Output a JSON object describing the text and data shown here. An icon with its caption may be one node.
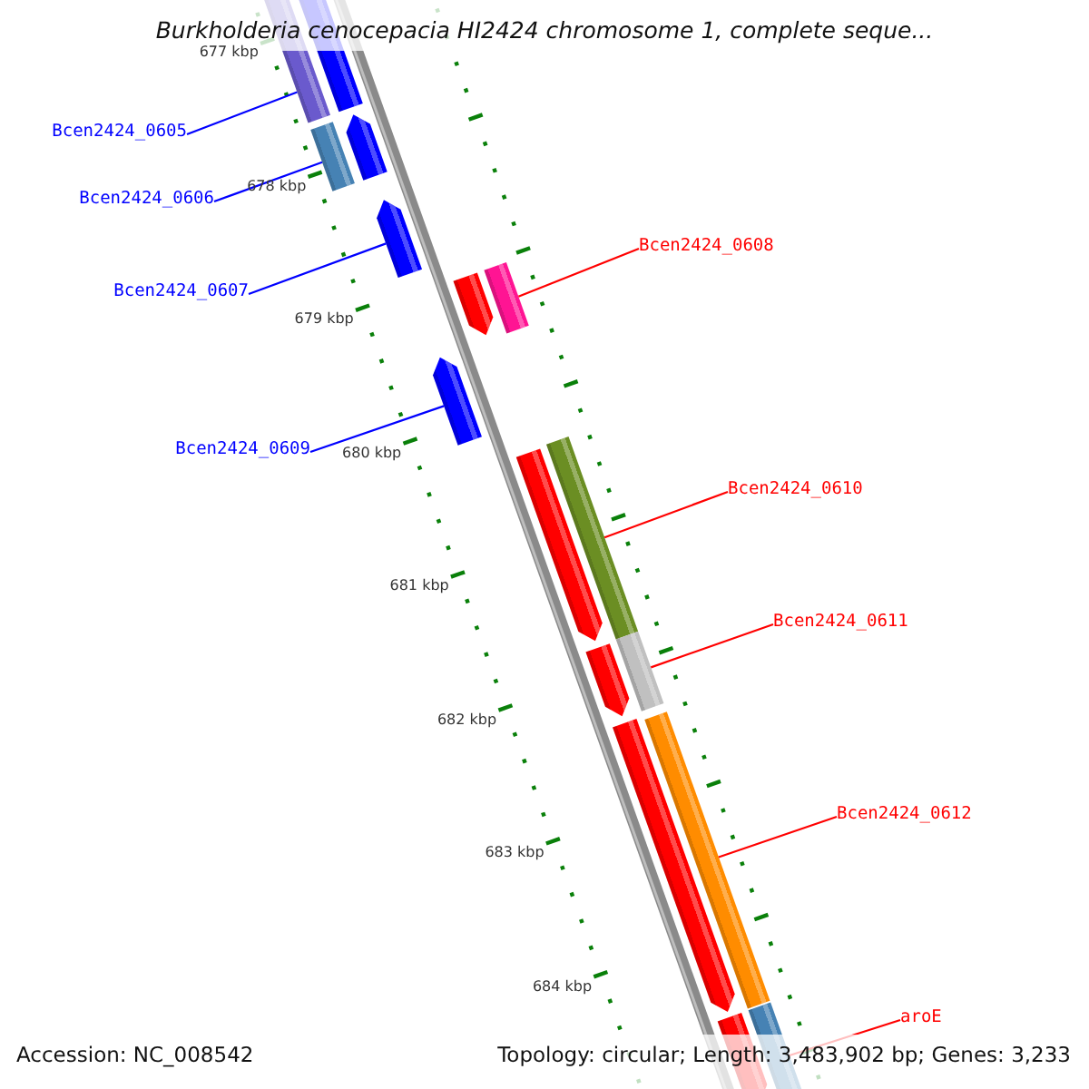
{
  "diagram": {
    "title": "Burkholderia cenocepacia HI2424 chromosome 1, complete seque...",
    "nodes": [
      {
        "text": [
          "Bcen2424_0605"
        ]
      },
      {
        "text": [
          "Bcen2424_0606"
        ]
      },
      {
        "text": [
          "Bcen2424_0607"
        ]
      },
      {
        "text": [
          "Bcen2424_0608"
        ]
      },
      {
        "text": [
          "Bcen2424_0609"
        ]
      },
      {
        "text": [
          "Bcen2424_0610"
        ]
      },
      {
        "text": [
          "Bcen2424_0611"
        ]
      },
      {
        "text": [
          "Bcen2424_0612"
        ]
      },
      {
        "text": [
          "aroE"
        ]
      },
      {
        "text": [],
        "shape": "bar"
      },
      {
        "text": [],
        "shape": "bar"
      },
      {
        "text": [],
        "shape": "bar"
      },
      {
        "text": [],
        "shape": "bar"
      },
      {
        "text": [],
        "shape": "bar"
      },
      {
        "text": [],
        "shape": "bar"
      },
      {
        "text": [],
        "shape": "bar"
      },
      {
        "text": [],
        "shape": "bar"
      },
      {
        "text": [],
        "shape": "bar"
      },
      {
        "text": [],
        "shape": "bar"
      },
      {
        "text": [],
        "shape": "bar"
      },
      {
        "text": [],
        "shape": "bar"
      },
      {
        "text": [],
        "shape": "bar"
      },
      {
        "text": [],
        "shape": "bar"
      },
      {
        "text": [],
        "shape": "bar"
      },
      {
        "text": [],
        "shape": "bar"
      }
    ],
    "edges": [
      {
        "from": 0,
        "to": 9,
        "arrow": "none",
        "color": "#0000ff"
      },
      {
        "from": 1,
        "to": 11,
        "arrow": "none",
        "color": "#0000ff"
      },
      {
        "from": 2,
        "to": 13,
        "arrow": "none",
        "color": "#0000ff"
      },
      {
        "from": 3,
        "to": 15,
        "arrow": "none"
      },
      {
        "from": 4,
        "to": 16,
        "arrow": "none",
        "color": "#0000ff"
      },
      {
        "from": 5,
        "to": 18,
        "arrow": "none"
      },
      {
        "from": 6,
        "to": 20,
        "arrow": "none"
      },
      {
        "from": 7,
        "to": 22,
        "arrow": "none"
      },
      {
        "from": 8,
        "to": 24,
        "arrow": "none"
      }
    ],
    "labels": [
      "677 kbp",
      "678 kbp",
      "679 kbp",
      "680 kbp",
      "681 kbp",
      "682 kbp",
      "683 kbp",
      "684 kbp",
      "Accession: NC_008542",
      "Topology: circular; Length: 3,483,902 bp; Genes: 3,233"
    ]
  }
}
